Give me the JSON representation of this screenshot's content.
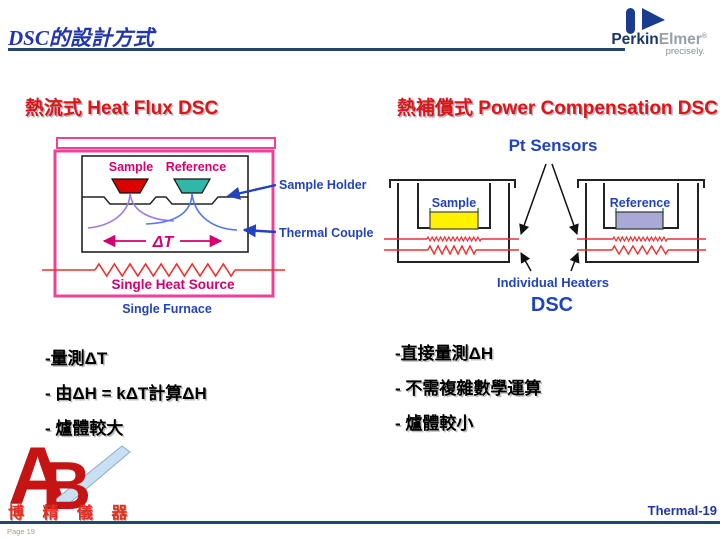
{
  "slide": {
    "title": "DSC的設計方式",
    "page_label": "Page 19",
    "slide_label": "Thermal-19"
  },
  "brand": {
    "perkin": "Perkin",
    "elmer": "Elmer",
    "registered": "®",
    "tagline": "precisely."
  },
  "left": {
    "heading": "熱流式 Heat Flux DSC",
    "diagram": {
      "sample": "Sample",
      "reference": "Reference",
      "sample_holder": "Sample Holder",
      "thermal_couple": "Thermal Couple",
      "delta_t": "ΔT",
      "heat_source": "Single Heat Source",
      "furnace": "Single Furnace"
    },
    "bullets": [
      "-量測ΔT",
      "- 由ΔH = kΔT計算ΔH",
      "- 爐體較大"
    ]
  },
  "right": {
    "heading": "熱補償式 Power Compensation DSC",
    "diagram": {
      "pt_sensors": "Pt Sensors",
      "sample": "Sample",
      "reference": "Reference",
      "individual_heaters": "Individual Heaters",
      "dsc": "DSC"
    },
    "bullets": [
      "-直接量測ΔH",
      "- 不需複雜數學運算",
      "- 爐體較小"
    ]
  },
  "footer": {
    "logo_letter_a": "A",
    "logo_letter_b": "B",
    "logo_name": "博 精 儀 器"
  },
  "colors": {
    "accent_rule": "#24456F",
    "title_blue": "#2135B0",
    "heading_red": "#DE1515",
    "label_blue": "#2243C0",
    "magenta": "#D6006E",
    "furnace_pink": "#F0409A",
    "heater_red": "#EE3030",
    "pan_red": "#DD0000",
    "pan_teal": "#2FB8A8",
    "sample_yellow": "#FFF200",
    "reference_lavender": "#A9A9D6"
  }
}
